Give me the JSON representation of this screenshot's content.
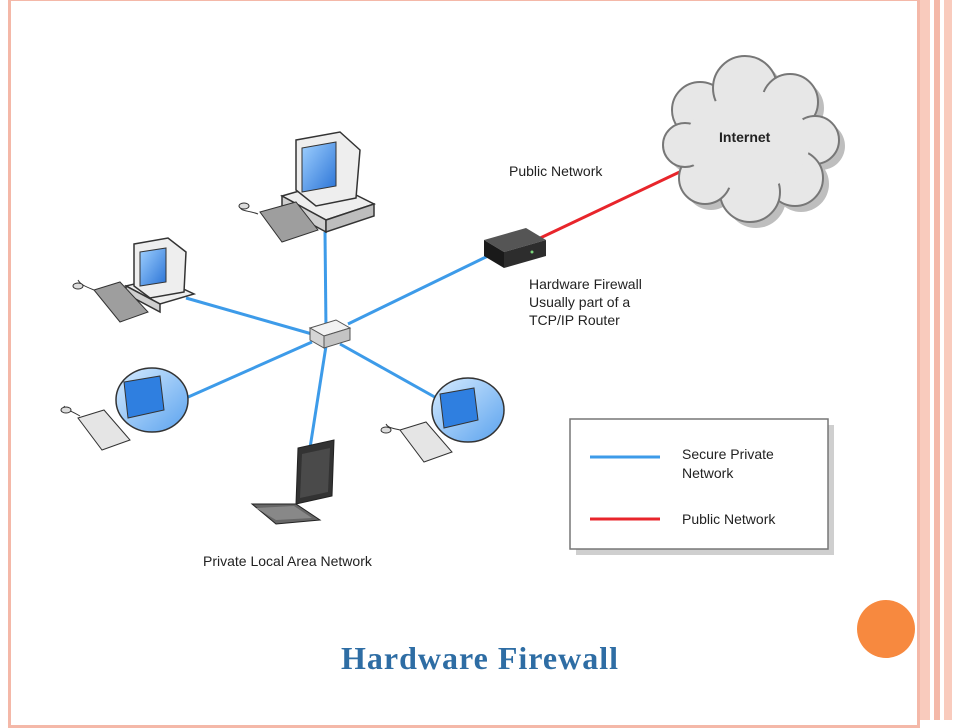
{
  "labels": {
    "internet": "Internet",
    "public_network": "Public Network",
    "firewall_line1": "Hardware Firewall",
    "firewall_line2": "Usually part of a",
    "firewall_line3": "TCP/IP Router",
    "lan": "Private Local Area Network"
  },
  "legend": {
    "secure_line1": "Secure Private",
    "secure_line2": "Network",
    "public": "Public Network"
  },
  "title": "Hardware Firewall",
  "colors": {
    "secure": "#3d9be9",
    "public": "#e8252b",
    "title": "#2e6da4",
    "frame": "#f4b8a8",
    "accent": "#f7893f"
  }
}
